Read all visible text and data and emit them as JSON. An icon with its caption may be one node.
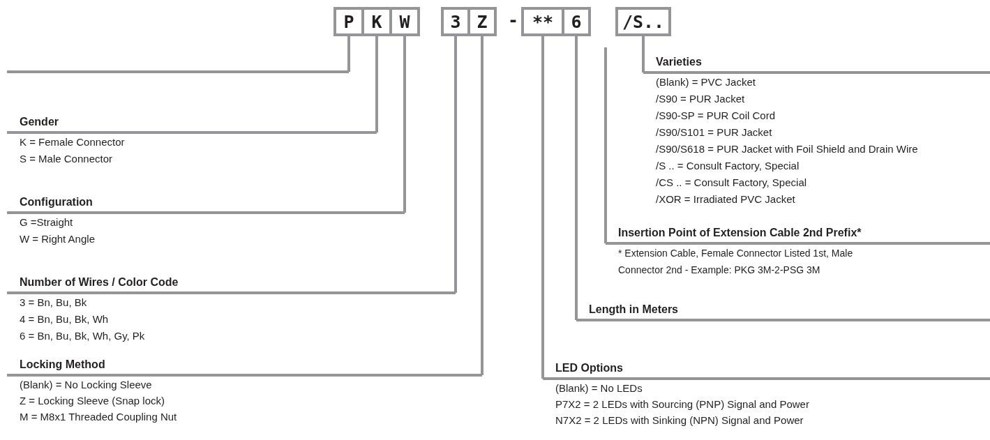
{
  "diagram": {
    "nodes": [
      {
        "text": [
          "P"
        ]
      },
      {
        "text": [
          "K"
        ]
      },
      {
        "text": [
          "W"
        ]
      },
      {
        "text": [
          "3"
        ]
      },
      {
        "text": [
          "Z"
        ]
      },
      {
        "text": [
          "**"
        ]
      },
      {
        "text": [
          "6"
        ]
      },
      {
        "text": [
          "/S.."
        ]
      },
      {
        "text": [],
        "shape": "bar"
      },
      {
        "text": [
          "Gender",
          "K = Female Connector",
          "S = Male Connector"
        ]
      },
      {
        "text": [
          "Configuration",
          "G =Straight",
          "W = Right Angle"
        ]
      },
      {
        "text": [
          "Number of Wires / Color Code",
          "3 = Bn, Bu, Bk",
          "4 = Bn, Bu, Bk, Wh",
          "6 = Bn, Bu, Bk, Wh, Gy, Pk"
        ]
      },
      {
        "text": [
          "Locking Method",
          "(Blank) = No Locking Sleeve",
          "Z = Locking Sleeve (Snap lock)",
          "M = M8x1 Threaded Coupling Nut"
        ]
      },
      {
        "text": [
          "Varieties",
          "(Blank) = PVC Jacket",
          "/S90 = PUR Jacket",
          "/S90-SP = PUR Coil Cord",
          "/S90/S101 = PUR Jacket",
          "/S90/S618 = PUR Jacket with Foil Shield and Drain Wire",
          "/S .. = Consult Factory, Special",
          "/CS .. = Consult Factory, Special",
          "/XOR = Irradiated PVC Jacket"
        ]
      },
      {
        "text": [
          "Insertion Point of Extension Cable 2nd Prefix*",
          "* Extension Cable, Female Connector Listed 1st, Male Connector 2nd - Example: PKG 3M-2-PSG 3M"
        ]
      },
      {
        "text": [
          "Length in Meters"
        ]
      },
      {
        "text": [
          "LED Options",
          "(Blank) = No LEDs",
          "P7X2 = 2 LEDs with Sourcing (PNP) Signal and Power",
          "N7X2 = 2 LEDs with Sinking (NPN) Signal and Power"
        ]
      }
    ],
    "edges": [
      {
        "from": 0,
        "to": 8,
        "arrow": "none"
      },
      {
        "from": 1,
        "to": 9,
        "arrow": "none"
      },
      {
        "from": 2,
        "to": 10,
        "arrow": "none"
      },
      {
        "from": 3,
        "to": 11,
        "arrow": "none"
      },
      {
        "from": 4,
        "to": 12,
        "arrow": "none"
      },
      {
        "from": 7,
        "to": 13,
        "arrow": "none"
      },
      {
        "from": null,
        "to": 14,
        "arrow": "none"
      },
      {
        "from": 6,
        "to": 15,
        "arrow": "none"
      },
      {
        "from": 5,
        "to": 16,
        "arrow": "none"
      }
    ],
    "labels": [
      "-"
    ]
  }
}
